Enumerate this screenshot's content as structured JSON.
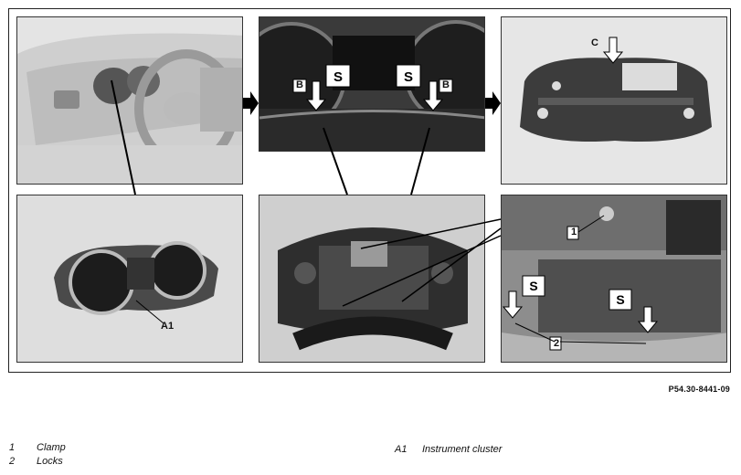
{
  "figure_id": "P54.30-8441-09",
  "callouts": {
    "c1": "B",
    "c2": "B",
    "c3": "C",
    "c4": "A1",
    "c5": "1",
    "c6": "2"
  },
  "legend": [
    {
      "num": "1",
      "text": "Clamp"
    },
    {
      "num": "2",
      "text": "Locks"
    },
    {
      "num": "A1",
      "text": "Instrument cluster"
    }
  ],
  "colors": {
    "border": "#222222",
    "panel": "#d9d9d9",
    "arrow": "#000000"
  }
}
